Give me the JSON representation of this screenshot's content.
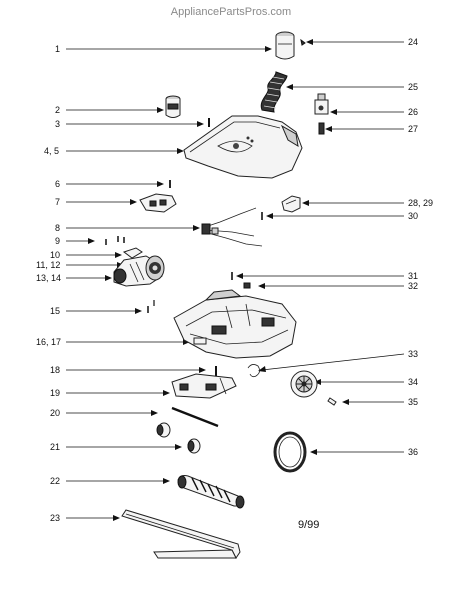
{
  "watermark": "AppliancePartsPros.com",
  "revision_date": "9/99",
  "callouts": {
    "c1": "1",
    "c2": "2",
    "c3": "3",
    "c4": "4, 5",
    "c6": "6",
    "c7": "7",
    "c8": "8",
    "c9": "9",
    "c10": "10",
    "c11": "11, 12",
    "c13": "13, 14",
    "c15": "15",
    "c16": "16, 17",
    "c18": "18",
    "c19": "19",
    "c20": "20",
    "c21": "21",
    "c22": "22",
    "c23": "23",
    "c24": "24",
    "c25": "25",
    "c26": "26",
    "c27": "27",
    "c28": "28, 29",
    "c30": "30",
    "c31": "31",
    "c32": "32",
    "c33": "33",
    "c34": "34",
    "c35": "35",
    "c36": "36"
  }
}
